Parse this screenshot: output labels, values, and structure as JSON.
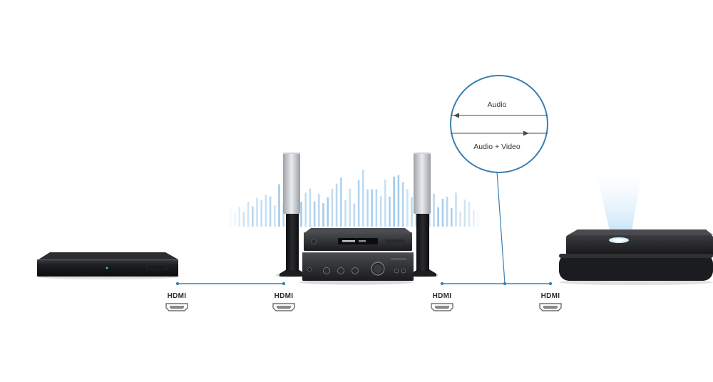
{
  "callout": {
    "top_label": "Audio",
    "bottom_label": "Audio + Video"
  },
  "ports": [
    {
      "label": "HDMI"
    },
    {
      "label": "HDMI"
    },
    {
      "label": "HDMI"
    },
    {
      "label": "HDMI"
    }
  ],
  "colors": {
    "connection_line": "#3a82b5",
    "callout_ring": "#3a7fb0",
    "equalizer": "#9cc7ea",
    "device_dark": "#1e1f22",
    "projector_beam": "#cfe6f7"
  }
}
